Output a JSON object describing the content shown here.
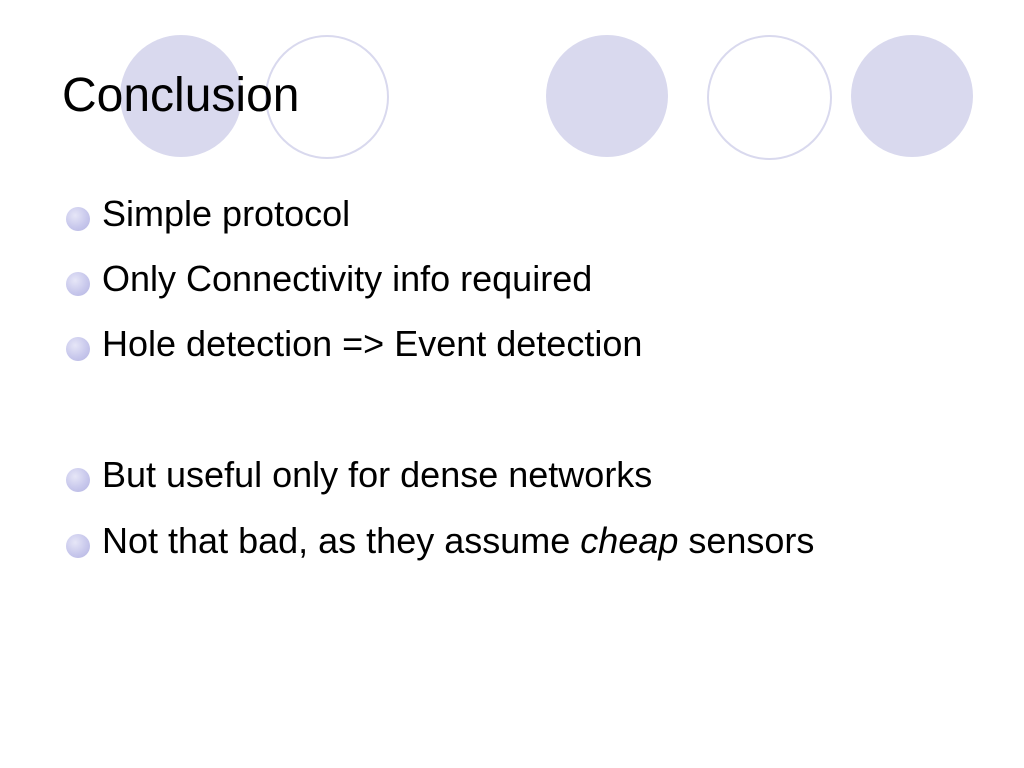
{
  "slide": {
    "title": "Conclusion",
    "bullets": [
      {
        "text": "Simple protocol"
      },
      {
        "text": "Only Connectivity info required"
      },
      {
        "text": "Hole detection => Event detection"
      },
      {
        "text": "But useful only for dense networks"
      },
      {
        "text_before": "Not that bad, as they assume ",
        "emphasis": "cheap",
        "text_after": " sensors"
      }
    ]
  },
  "colors": {
    "decoration_fill": "#d9d9ee",
    "bullet_dot": "#c8c8ec",
    "text": "#000000",
    "background": "#ffffff"
  }
}
